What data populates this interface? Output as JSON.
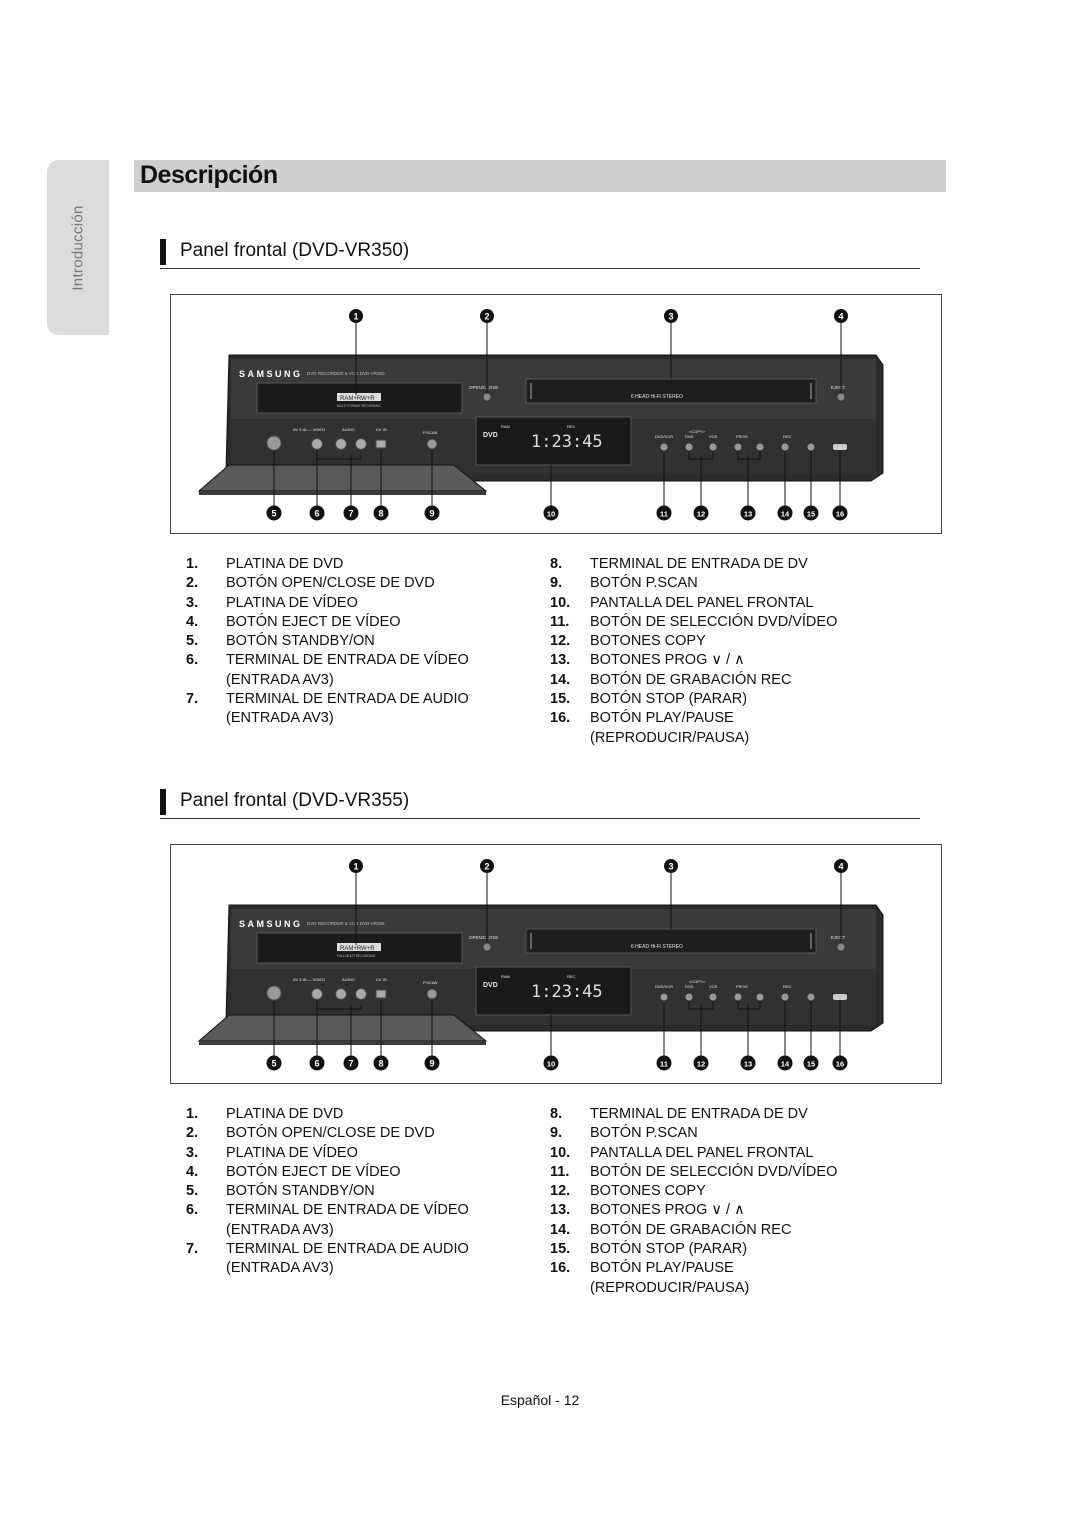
{
  "side_tab": "Introducción",
  "page_title": "Descripción",
  "sections": [
    {
      "heading": "Panel frontal (DVD-VR350)",
      "device": {
        "brand": "SAMSUNG",
        "model_text": "DVD RECORDER & VCR DVD-VR350",
        "logo_text": "RAM+RW+R",
        "logo_sub": "MULTI FORMAT RECORDING",
        "open_close": "OPEN/CLOSE",
        "vcr_label": "6 HEAD Hi-Fi STEREO",
        "eject": "EJECT",
        "av3": "AV 3 IN — VIDEO",
        "audio": "AUDIO",
        "dv_in": "DV IN",
        "pscan": "P.SCAN",
        "disp_dvd": "DVD",
        "disp_ram": "RAM",
        "disp_rec": "REC",
        "display_time": "1:23:45",
        "copy": "<COPY>",
        "dvdvcr": "DVD/VCR",
        "dvd": "DVD",
        "vcr": "VCR",
        "prog": "PROG",
        "rec": "REC"
      },
      "items_left": [
        {
          "num": "1.",
          "lines": [
            "PLATINA DE DVD"
          ]
        },
        {
          "num": "2.",
          "lines": [
            "BOTÓN OPEN/CLOSE DE DVD"
          ]
        },
        {
          "num": "3.",
          "lines": [
            "PLATINA DE VÍDEO"
          ]
        },
        {
          "num": "4.",
          "lines": [
            "BOTÓN EJECT DE VÍDEO"
          ]
        },
        {
          "num": "5.",
          "lines": [
            "BOTÓN STANDBY/ON"
          ]
        },
        {
          "num": "6.",
          "lines": [
            "TERMINAL DE ENTRADA DE VÍDEO",
            "(ENTRADA AV3)"
          ]
        },
        {
          "num": "7.",
          "lines": [
            "TERMINAL DE ENTRADA DE AUDIO",
            "(ENTRADA AV3)"
          ]
        }
      ],
      "items_right": [
        {
          "num": "8.",
          "lines": [
            "TERMINAL DE ENTRADA DE DV"
          ]
        },
        {
          "num": "9.",
          "lines": [
            "BOTÓN P.SCAN"
          ]
        },
        {
          "num": "10.",
          "lines": [
            "PANTALLA DEL PANEL FRONTAL"
          ]
        },
        {
          "num": "11.",
          "lines": [
            "BOTÓN DE SELECCIÓN DVD/VÍDEO"
          ]
        },
        {
          "num": "12.",
          "lines": [
            "BOTONES COPY"
          ]
        },
        {
          "num": "13.",
          "lines": [
            "BOTONES PROG  ∨ / ∧"
          ]
        },
        {
          "num": "14.",
          "lines": [
            "BOTÓN DE GRABACIÓN REC"
          ]
        },
        {
          "num": "15.",
          "lines": [
            "BOTÓN STOP (PARAR)"
          ]
        },
        {
          "num": "16.",
          "lines": [
            "BOTÓN PLAY/PAUSE",
            "(REPRODUCIR/PAUSA)"
          ]
        }
      ]
    },
    {
      "heading": "Panel frontal (DVD-VR355)",
      "device": {
        "brand": "SAMSUNG",
        "model_text": "DVD RECORDER & VCR DVD-VR355",
        "logo_text": "RAM+RW+R",
        "logo_sub": "FULL MULTI RECORDING",
        "open_close": "OPEN/CLOSE",
        "vcr_label": "6 HEAD Hi-Fi STEREO",
        "eject": "EJECT",
        "av3": "AV 3 IN — VIDEO",
        "audio": "AUDIO",
        "dv_in": "DV IN",
        "pscan": "P.SCAN",
        "disp_dvd": "DVD",
        "disp_ram": "RAM",
        "disp_rec": "REC",
        "display_time": "1:23:45",
        "copy": "<COPY>",
        "dvdvcr": "DVD/VCR",
        "dvd": "DVD",
        "vcr": "VCR",
        "prog": "PROG",
        "rec": "REC"
      },
      "items_left": [
        {
          "num": "1.",
          "lines": [
            "PLATINA DE DVD"
          ]
        },
        {
          "num": "2.",
          "lines": [
            "BOTÓN OPEN/CLOSE DE DVD"
          ]
        },
        {
          "num": "3.",
          "lines": [
            "PLATINA DE VÍDEO"
          ]
        },
        {
          "num": "4.",
          "lines": [
            "BOTÓN EJECT DE VÍDEO"
          ]
        },
        {
          "num": "5.",
          "lines": [
            "BOTÓN STANDBY/ON"
          ]
        },
        {
          "num": "6.",
          "lines": [
            "TERMINAL DE ENTRADA DE VÍDEO",
            "(ENTRADA AV3)"
          ]
        },
        {
          "num": "7.",
          "lines": [
            "TERMINAL DE ENTRADA DE AUDIO",
            "(ENTRADA AV3)"
          ]
        }
      ],
      "items_right": [
        {
          "num": "8.",
          "lines": [
            "TERMINAL DE ENTRADA DE DV"
          ]
        },
        {
          "num": "9.",
          "lines": [
            "BOTÓN P.SCAN"
          ]
        },
        {
          "num": "10.",
          "lines": [
            "PANTALLA DEL PANEL FRONTAL"
          ]
        },
        {
          "num": "11.",
          "lines": [
            "BOTÓN DE SELECCIÓN DVD/VÍDEO"
          ]
        },
        {
          "num": "12.",
          "lines": [
            "BOTONES COPY"
          ]
        },
        {
          "num": "13.",
          "lines": [
            "BOTONES PROG  ∨ / ∧"
          ]
        },
        {
          "num": "14.",
          "lines": [
            "BOTÓN DE GRABACIÓN REC"
          ]
        },
        {
          "num": "15.",
          "lines": [
            "BOTÓN STOP (PARAR)"
          ]
        },
        {
          "num": "16.",
          "lines": [
            "BOTÓN PLAY/PAUSE",
            "(REPRODUCIR/PAUSA)"
          ]
        }
      ]
    }
  ],
  "callouts_top": [
    "1",
    "2",
    "3",
    "4"
  ],
  "callouts_bottom": [
    "5",
    "6",
    "7",
    "8",
    "9",
    "10",
    "11",
    "12",
    "13",
    "14",
    "15",
    "16"
  ],
  "footer": "Español - 12",
  "colors": {
    "header_bg": "#cfcfcf",
    "tab_bg": "#dcdcdc",
    "device": "#2e2e2e",
    "callout": "#111111"
  }
}
